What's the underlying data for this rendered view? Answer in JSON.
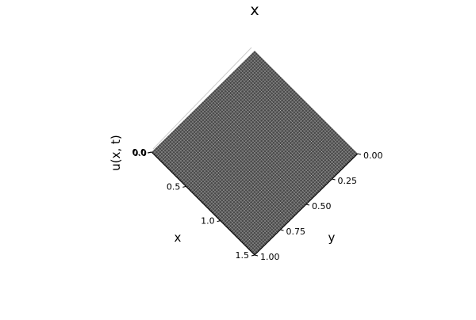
{
  "chart_data": {
    "type": "surface",
    "title": "x",
    "xlabel": "x",
    "ylabel": "y",
    "zlabel": "u(x, t)",
    "x_ticks": [
      0.0,
      0.5,
      1.0,
      1.5
    ],
    "x_tick_labels": [
      "0.0",
      "0.5",
      "1.0",
      "1.5"
    ],
    "y_ticks": [
      0.0,
      0.25,
      0.5,
      0.75,
      1.0
    ],
    "y_tick_labels": [
      "0.00",
      "0.25",
      "0.50",
      "0.75",
      "1.00"
    ],
    "z_tick_labels": [
      "0.0",
      "0.0",
      "0.0"
    ],
    "xlim": [
      0.0,
      1.5
    ],
    "ylim": [
      0.0,
      1.0
    ],
    "view": "top-down",
    "grid": true,
    "surface_color": "#4a4a4a",
    "wire_color": "#d8d8d8",
    "mesh": {
      "nx": 60,
      "ny": 60
    }
  }
}
